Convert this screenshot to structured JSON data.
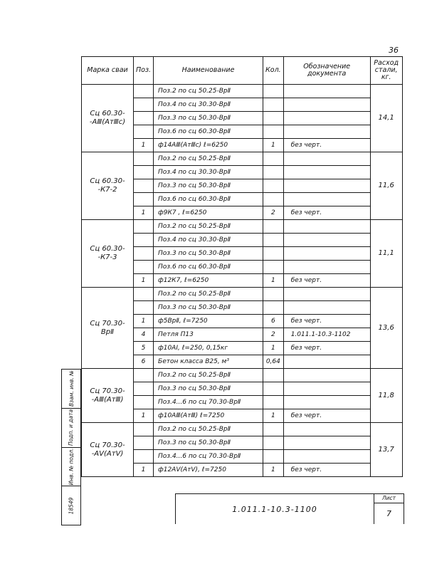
{
  "page_number": "36",
  "headers": {
    "mark": "Марка сваи",
    "pos": "Поз.",
    "name": "Наименование",
    "qty": "Кол.",
    "doc": "Обозначение документа",
    "steel": "Расход стали, кг."
  },
  "groups": [
    {
      "mark": "Сц 60.30-\n-АⅢ(АтⅢс)",
      "steel": "14,1",
      "rows": [
        {
          "pos": "",
          "name": "Поз.2 по сц 50.25-ВрⅡ",
          "qty": "",
          "doc": ""
        },
        {
          "pos": "",
          "name": "Поз.4 по сц 30.30-ВрⅡ",
          "qty": "",
          "doc": ""
        },
        {
          "pos": "",
          "name": "Поз.3 по сц 50.30-ВрⅡ",
          "qty": "",
          "doc": ""
        },
        {
          "pos": "",
          "name": "Поз.6 по сц 60.30-ВрⅡ",
          "qty": "",
          "doc": ""
        },
        {
          "pos": "1",
          "name": "ф14АⅢ(АтⅢс) ℓ=6250",
          "qty": "1",
          "doc": "без черт."
        }
      ]
    },
    {
      "mark": "Сц 60.30-\n-К7-2",
      "steel": "11,6",
      "rows": [
        {
          "pos": "",
          "name": "Поз.2 по сц 50.25-ВрⅡ",
          "qty": "",
          "doc": ""
        },
        {
          "pos": "",
          "name": "Поз.4 по сц 30.30-ВрⅡ",
          "qty": "",
          "doc": ""
        },
        {
          "pos": "",
          "name": "Поз.3 по сц 50.30-ВрⅡ",
          "qty": "",
          "doc": ""
        },
        {
          "pos": "",
          "name": "Поз.6 по сц 60.30-ВрⅡ",
          "qty": "",
          "doc": ""
        },
        {
          "pos": "1",
          "name": "ф9К7 , ℓ=6250",
          "qty": "2",
          "doc": "без черт."
        }
      ]
    },
    {
      "mark": "Сц 60.30-\n-К7-3",
      "steel": "11,1",
      "rows": [
        {
          "pos": "",
          "name": "Поз.2 по сц 50.25-ВрⅡ",
          "qty": "",
          "doc": ""
        },
        {
          "pos": "",
          "name": "Поз.4 по сц 30.30-ВрⅡ",
          "qty": "",
          "doc": ""
        },
        {
          "pos": "",
          "name": "Поз.3 по сц 50.30-ВрⅡ",
          "qty": "",
          "doc": ""
        },
        {
          "pos": "",
          "name": "Поз.6 по сц 60.30-ВрⅡ",
          "qty": "",
          "doc": ""
        },
        {
          "pos": "1",
          "name": "ф12К7, ℓ=6250",
          "qty": "1",
          "doc": "без черт."
        }
      ]
    },
    {
      "mark": "Сц 70.30-ВрⅡ",
      "steel": "13,6",
      "rows": [
        {
          "pos": "",
          "name": "Поз.2 по сц 50.25-ВрⅡ",
          "qty": "",
          "doc": ""
        },
        {
          "pos": "",
          "name": "Поз.3 по сц 50.30-ВрⅡ",
          "qty": "",
          "doc": ""
        },
        {
          "pos": "1",
          "name": "ф5ВрⅡ, ℓ=7250",
          "qty": "6",
          "doc": "без черт."
        },
        {
          "pos": "4",
          "name": "Петля П13",
          "qty": "2",
          "doc": "1.011.1-10.3-1102"
        },
        {
          "pos": "5",
          "name": "ф10АⅠ, ℓ=250, 0,15кг",
          "qty": "1",
          "doc": "без черт."
        },
        {
          "pos": "6",
          "name": "Бетон класса В25, м³",
          "qty": "0,64",
          "doc": ""
        }
      ]
    },
    {
      "mark": "Сц 70.30-\n-АⅢ(АтⅢ)",
      "steel": "11,8",
      "rows": [
        {
          "pos": "",
          "name": "Поз.2 по сц 50.25-ВрⅡ",
          "qty": "",
          "doc": ""
        },
        {
          "pos": "",
          "name": "Поз.3 по сц 50.30-ВрⅡ",
          "qty": "",
          "doc": ""
        },
        {
          "pos": "",
          "name": "Поз.4...6 по сц 70.30-ВрⅡ",
          "qty": "",
          "doc": ""
        },
        {
          "pos": "1",
          "name": "ф10АⅢ(АтⅢ) ℓ=7250",
          "qty": "1",
          "doc": "без черт."
        }
      ]
    },
    {
      "mark": "Сц 70.30-\n-АⅤ(АтⅤ)",
      "steel": "13,7",
      "rows": [
        {
          "pos": "",
          "name": "Поз.2 по сц 50.25-ВрⅡ",
          "qty": "",
          "doc": ""
        },
        {
          "pos": "",
          "name": "Поз.3 по сц 50.30-ВрⅡ",
          "qty": "",
          "doc": ""
        },
        {
          "pos": "",
          "name": "Поз.4...6 по сц 70.30-ВрⅡ",
          "qty": "",
          "doc": ""
        },
        {
          "pos": "1",
          "name": "ф12АⅤ(АтⅤ), ℓ=7250",
          "qty": "1",
          "doc": "без черт."
        }
      ]
    }
  ],
  "side_stamp": [
    "Взам. инв. №",
    "Подп. и дата",
    "Инв. № подл.",
    "18549"
  ],
  "title_block": {
    "code": "1.011.1-10.3-1100",
    "sheet_label": "Лист",
    "sheet_number": "7"
  }
}
